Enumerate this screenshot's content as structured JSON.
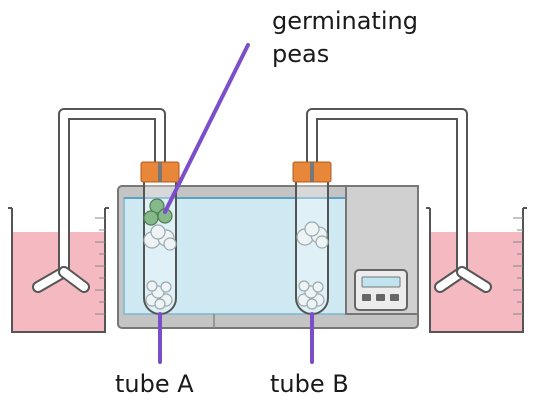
{
  "labels": {
    "peas_line1": "germinating",
    "peas_line2": "peas",
    "tube_a": "tube A",
    "tube_b": "tube B"
  },
  "colors": {
    "pointer": "#7a4fc9",
    "water": "#cfe9f3",
    "red_liquid": "#f4b9c1",
    "stopper": "#e8863a",
    "peas": "#86b98a",
    "bath_body": "#c4c4c4"
  }
}
